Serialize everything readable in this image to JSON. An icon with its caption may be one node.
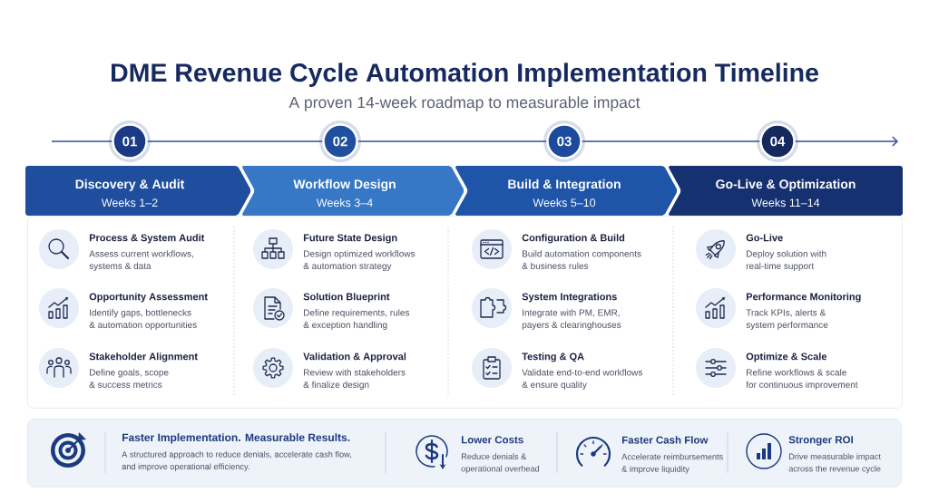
{
  "diagram": {
    "title": "DME Revenue Cycle Automation Implementation Timeline",
    "nodes": [
      {
        "text": [
          "01"
        ]
      },
      {
        "text": [
          "02"
        ]
      },
      {
        "text": [
          "03"
        ]
      },
      {
        "text": [
          "04"
        ]
      },
      {
        "text": [
          "Discovery & Audit",
          "Weeks 1–2"
        ]
      },
      {
        "text": [
          "Workflow Design",
          "Weeks 3–4"
        ]
      },
      {
        "text": [
          "Build & Integration",
          "Weeks 5–10"
        ]
      },
      {
        "text": [
          "Go-Live & Optimization",
          "Weeks 11–14"
        ]
      },
      {
        "text": [],
        "shape": "box"
      },
      {
        "text": [
          "Process & System Audit",
          "Assess current workflows, systems & data"
        ],
        "in": 8
      },
      {
        "text": [
          "Opportunity Assessment",
          "Identify gaps, bottlenecks & automation opportunities"
        ],
        "in": 8
      },
      {
        "text": [
          "Stakeholder Alignment",
          "Define goals, scope & success metrics"
        ],
        "in": 8
      },
      {
        "text": [
          "Future State Design",
          "Design optimized workflows & automation strategy"
        ],
        "in": 8
      },
      {
        "text": [
          "Solution Blueprint",
          "Define requirements, rules & exception handling"
        ],
        "in": 8
      },
      {
        "text": [
          "Validation & Approval",
          "Review with stakeholders & finalize design"
        ],
        "in": 8
      },
      {
        "text": [
          "Configuration & Build",
          "Build automation components & business rules"
        ],
        "in": 8
      },
      {
        "text": [
          "System Integrations",
          "Integrate with PM, EMR, payers & clearinghouses"
        ],
        "in": 8
      },
      {
        "text": [
          "Testing & QA",
          "Validate end-to-end workflows & ensure quality"
        ],
        "in": 8
      },
      {
        "text": [
          "Go-Live",
          "Deploy solution with real-time support"
        ],
        "in": 8
      },
      {
        "text": [
          "Performance Monitoring",
          "Track KPIs, alerts & system performance"
        ],
        "in": 8
      },
      {
        "text": [
          "Optimize & Scale",
          "Refine workflows & scale for continuous improvement"
        ],
        "in": 8
      },
      {
        "text": [],
        "shape": "box"
      },
      {
        "text": [
          "Faster Implementation. Measurable Results.",
          "A structured approach to reduce denials, accelerate cash flow, and improve operational efficiency."
        ],
        "in": 21
      },
      {
        "text": [
          "Lower Costs",
          "Reduce denials & operational overhead"
        ],
        "in": 21
      },
      {
        "text": [
          "Faster Cash Flow",
          "Accelerate reimbursements & improve liquidity"
        ],
        "in": 21
      },
      {
        "text": [
          "Stronger ROI",
          "Drive measurable impact across the revenue cycle"
        ],
        "in": 21
      }
    ],
    "edges": [
      {
        "from": null,
        "to": 0,
        "arrow": "none"
      },
      {
        "from": 0,
        "to": 1,
        "arrow": "none"
      },
      {
        "from": 1,
        "to": 2,
        "arrow": "none"
      },
      {
        "from": 2,
        "to": 3,
        "arrow": "none"
      },
      {
        "from": 3,
        "to": null,
        "arrow": "to"
      }
    ],
    "labels": [
      "A proven 14-week roadmap to measurable impact"
    ]
  }
}
